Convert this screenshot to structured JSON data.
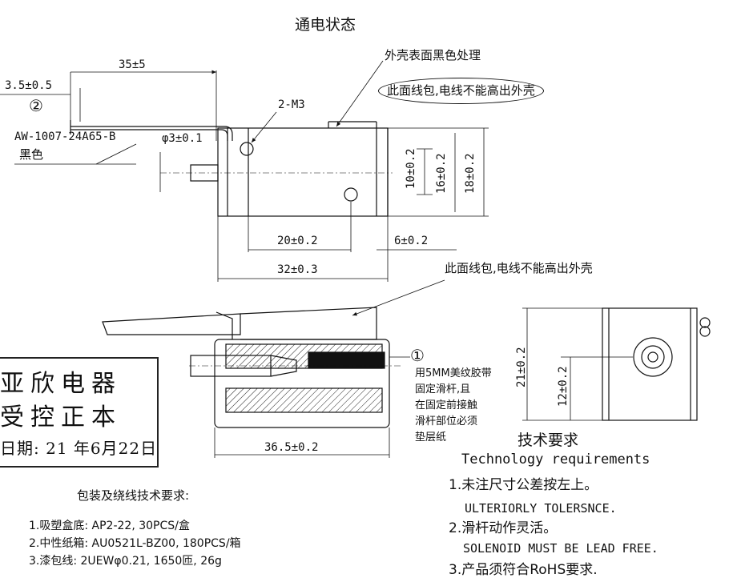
{
  "title": "通电状态",
  "top_view": {
    "dim_overall_lead": "35±5",
    "dim_lead_offset": "3.5±0.5",
    "callout_2": "②",
    "lead_part_no": "AW-1007-24A65-B",
    "lead_color": "黑色",
    "screw_label": "2-M3",
    "shaft_dia": "φ3±0.1",
    "note_surface": "外壳表面黑色处理",
    "note_wire_top": "此面线包,电线不能高出外壳",
    "dim_hole_v": "10±0.2",
    "dim_body_v": "16±0.2",
    "dim_total_v": "18±0.2",
    "dim_hole_h": "20±0.2",
    "dim_end_h": "6±0.2",
    "dim_body_h": "32±0.3"
  },
  "section_view": {
    "note_wire": "此面线包,电线不能高出外壳",
    "callout_1": "①",
    "tape_note_lines": [
      "用5MM美纹胶带",
      "固定滑杆,且",
      "在固定前接触",
      "滑杆部位必须",
      "垫层纸"
    ],
    "dim_length": "36.5±0.2"
  },
  "end_view": {
    "dim_height": "21±0.2",
    "dim_center": "12±0.2"
  },
  "stamp": {
    "line1": "亚欣电器",
    "line2": "受控正本",
    "line3": "日期: 21 年6月22日"
  },
  "packaging": {
    "title": "包装及绕线技术要求:",
    "items": [
      "1.吸塑盒底: AP2-22, 30PCS/盒",
      "2.中性纸箱: AU0521L-BZ00, 180PCS/箱",
      "3.漆包线: 2UEWφ0.21, 1650匝, 26g"
    ]
  },
  "tech": {
    "title_cn": "技术要求",
    "title_en": "Technology   requirements",
    "item1_cn": "1.未注尺寸公差按左上。",
    "item1_en": "ULTERIORLY TOLERSNCE.",
    "item2_cn": "2.滑杆动作灵活。",
    "item2_en": "SOLENOID MUST BE LEAD FREE.",
    "item3_cn": "3.产品须符合RoHS要求."
  }
}
